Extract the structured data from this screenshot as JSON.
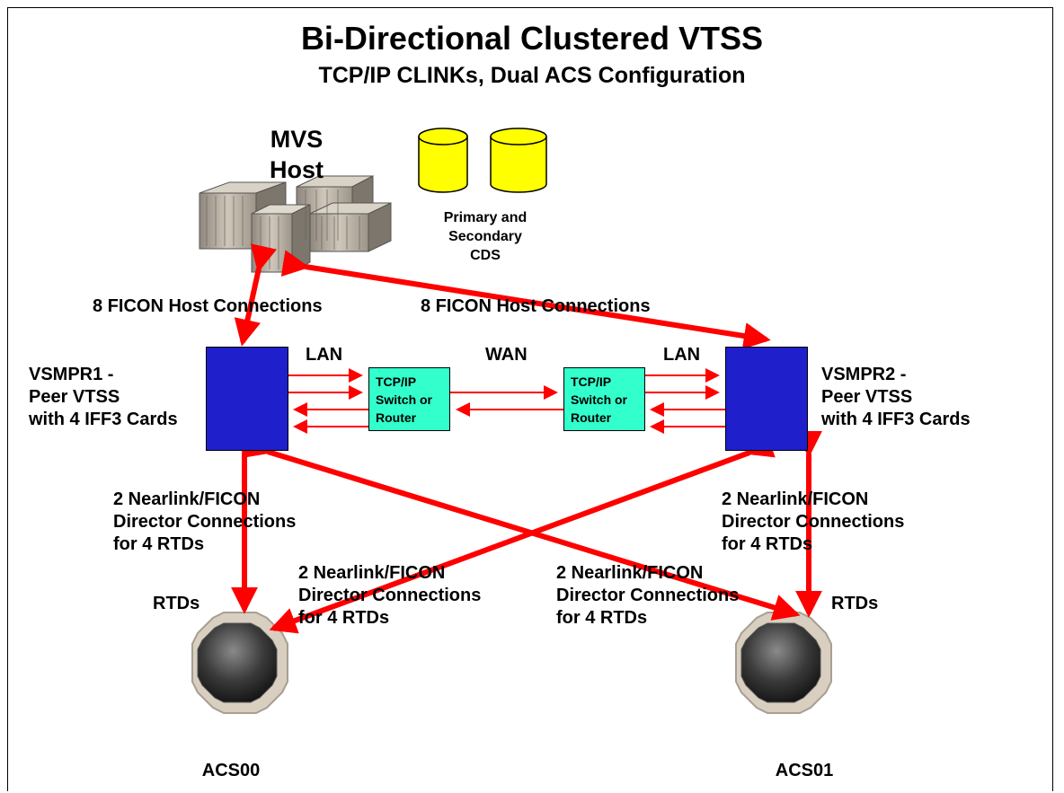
{
  "title": "Bi-Directional Clustered VTSS",
  "subtitle": "TCP/IP CLINKs, Dual ACS Configuration",
  "host": {
    "line1": "MVS",
    "line2": "Host"
  },
  "cds": {
    "line1": "Primary and",
    "line2": "Secondary",
    "line3": "CDS"
  },
  "host_conn_left": "8 FICON Host Connections",
  "host_conn_right": "8 FICON Host Connections",
  "vtss_left": {
    "line1": "VSMPR1 -",
    "line2": "Peer VTSS",
    "line3": "with 4 IFF3 Cards"
  },
  "vtss_right": {
    "line1": "VSMPR2 -",
    "line2": "Peer VTSS",
    "line3": "with 4 IFF3 Cards"
  },
  "lan_left": "LAN",
  "wan": "WAN",
  "lan_right": "LAN",
  "switch_left": {
    "line1": "TCP/IP",
    "line2": "Switch or",
    "line3": "Router"
  },
  "switch_right": {
    "line1": "TCP/IP",
    "line2": "Switch or",
    "line3": "Router"
  },
  "nearlink": {
    "left_upper": {
      "line1": "2 Nearlink/FICON",
      "line2": "Director Connections",
      "line3": "for 4 RTDs"
    },
    "right_upper": {
      "line1": "2 Nearlink/FICON",
      "line2": "Director Connections",
      "line3": "for 4 RTDs"
    },
    "left_lower": {
      "line1": "2 Nearlink/FICON",
      "line2": "Director Connections",
      "line3": "for 4 RTDs"
    },
    "right_lower": {
      "line1": "2 Nearlink/FICON",
      "line2": "Director Connections",
      "line3": "for 4 RTDs"
    }
  },
  "rtds_left": "RTDs",
  "rtds_right": "RTDs",
  "acs_left": "ACS00",
  "acs_right": "ACS01",
  "colors": {
    "link": "#ff0000",
    "vtss": "#1f1fcc",
    "switch": "#33ffcc",
    "cds": "#ffff00",
    "acs": "#3a3a3a"
  }
}
